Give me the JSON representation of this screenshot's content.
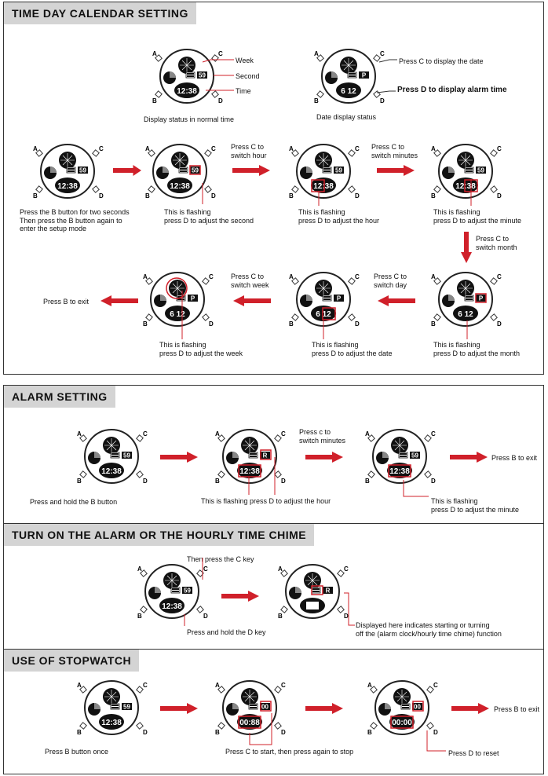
{
  "colors": {
    "accent": "#d0202a",
    "header_bg": "#d4d4d4"
  },
  "corner_keys": {
    "a": "A",
    "b": "B",
    "c": "C",
    "d": "D"
  },
  "watch_display": {
    "hm": "12:38",
    "sec": "59",
    "date": "6 12",
    "month": "P",
    "alarm_min": "R",
    "stopwatch_sec": "00",
    "stopwatch_main": "00:88",
    "stopwatch_main2": "00:00"
  },
  "s1": {
    "title": "TIME DAY CALENDAR SETTING",
    "week": "Week",
    "second": "Second",
    "time": "Time",
    "normal_caption": "Display status in normal time",
    "press_c_date": "Press C to display the date",
    "press_d_alarm": "Press D to display alarm time",
    "date_caption": "Date display status",
    "step1": "Press the B button for two seconds\nThen press the B button again to\nenter the setup mode",
    "step2": "This is flashing\npress D to adjust the second",
    "switch_hour": "Press C to\nswitch hour",
    "step3": "This is flashing\npress D to adjust the hour",
    "switch_minutes": "Press C to\nswitch minutes",
    "step4": "This is flashing\npress D to adjust the minute",
    "switch_month": "Press C to\nswitch month",
    "step5": "This is flashing\npress D to adjust the month",
    "switch_day": "Press C to\nswitch day",
    "step6": "This is flashing\npress D to adjust the date",
    "switch_week": "Press C to\nswitch week",
    "step7": "This is flashing\npress D to adjust the week",
    "exit": "Press B to exit"
  },
  "s2": {
    "title": "ALARM SETTING",
    "hold_b": "Press and hold the B button",
    "flash_hour": "This is flashing press D to adjust the hour",
    "switch_minutes": "Press c to\nswitch minutes",
    "flash_minute": "This is flashing\npress D to adjust the minute",
    "exit": "Press B to exit"
  },
  "s3": {
    "title": "TURN ON THE ALARM OR THE HOURLY TIME CHIME",
    "then_c": "Then press the C key",
    "hold_d": "Press and hold the D key",
    "displayed": "Displayed here indicates starting or turning\noff the (alarm clock/hourly time chime) function"
  },
  "s4": {
    "title": "USE OF STOPWATCH",
    "press_b": "Press B button once",
    "press_c": "Press C to start, then press again to stop",
    "press_d": "Press D to reset",
    "exit": "Press B to exit"
  }
}
